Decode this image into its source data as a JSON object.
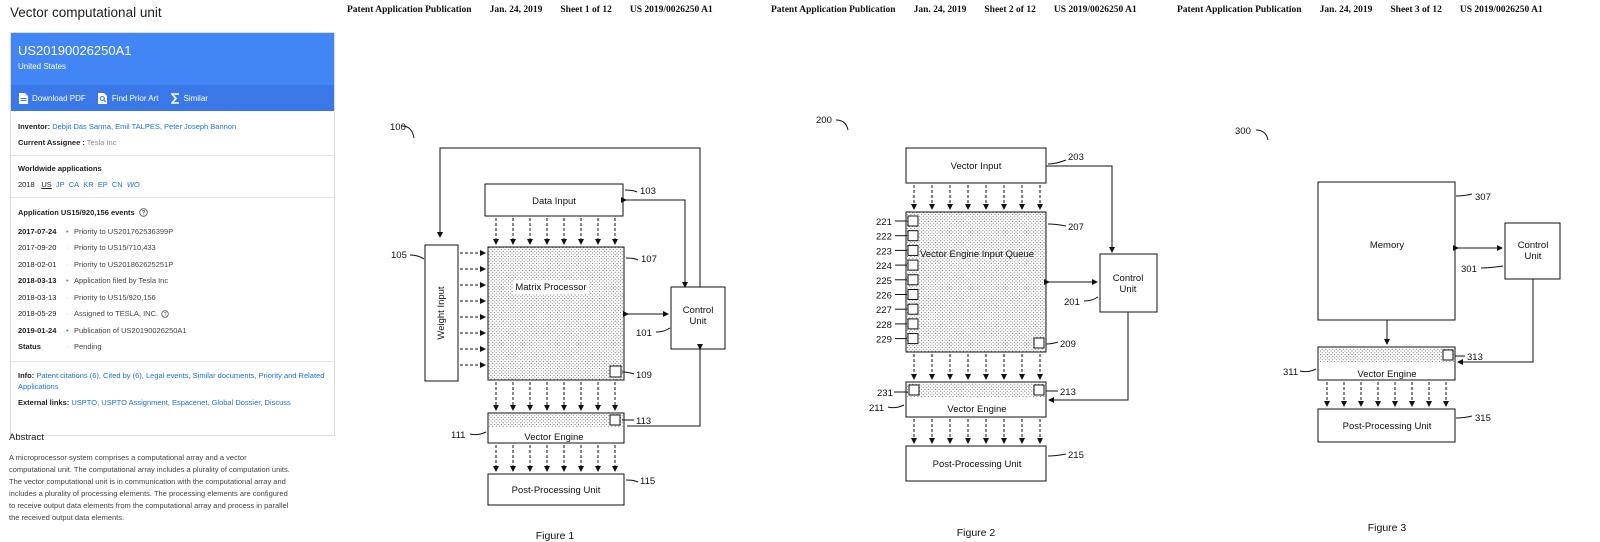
{
  "title": "Vector computational unit",
  "patent": {
    "number": "US20190026250A1",
    "country": "United States"
  },
  "actions": [
    {
      "label": "Download PDF",
      "icon": "pdf-icon"
    },
    {
      "label": "Find Prior Art",
      "icon": "magnify-doc-icon"
    },
    {
      "label": "Similar",
      "icon": "sigma-icon"
    }
  ],
  "inventor_label": "Inventor:",
  "inventors": "Debjit Das Sarma, Emil TALPES, Peter Joseph Bannon",
  "assignee_label": "Current Assignee :",
  "assignee": "Tesla Inc",
  "worldwide": {
    "title": "Worldwide applications",
    "year": "2018",
    "sep": "·",
    "countries": [
      "US",
      "JP",
      "CA",
      "KR",
      "EP",
      "CN",
      "WO"
    ]
  },
  "events_title": "Application US15/920,156 events",
  "events": [
    {
      "date": "2017-07-24",
      "desc": "Priority to US201762536399P"
    },
    {
      "date": "2017-09-20",
      "desc": "Priority to US15/710,433"
    },
    {
      "date": "2018-02-01",
      "desc": "Priority to US201862625251P"
    },
    {
      "date": "2018-03-13",
      "desc": "Application filed by Tesla Inc"
    },
    {
      "date": "2018-03-13",
      "desc": "Priority to US15/920,156"
    },
    {
      "date": "2018-05-29",
      "desc": "Assigned to TESLA, INC."
    },
    {
      "date": "2019-01-24",
      "desc": "Publication of US20190026250A1"
    }
  ],
  "status": {
    "label": "Status",
    "value": "Pending"
  },
  "info_label": "Info:",
  "info_links": "Patent citations (6), Cited by (6), Legal events, Similar documents, Priority and Related Applications",
  "external_label": "External links:",
  "external_links": "USPTO, USPTO Assignment, Espacenet, Global Dossier, Discuss",
  "abstract_title": "Abstract",
  "abstract": "A microprocessor system comprises a computational array and a vector computational unit. The computational array includes a plurality of computation units. The vector computational unit is in communication with the computational array and includes a plurality of processing elements. The processing elements are configured to receive output data elements from the computational array and process in parallel the received output data elements.",
  "sheets": [
    {
      "pub": "Patent Application Publication",
      "date": "Jan. 24, 2019",
      "sheet": "Sheet 1 of 12",
      "num": "US 2019/0026250 A1"
    },
    {
      "pub": "Patent Application Publication",
      "date": "Jan. 24, 2019",
      "sheet": "Sheet 2 of 12",
      "num": "US 2019/0026250 A1"
    },
    {
      "pub": "Patent Application Publication",
      "date": "Jan. 24, 2019",
      "sheet": "Sheet 3 of 12",
      "num": "US 2019/0026250 A1"
    }
  ],
  "fig1": {
    "ref": "100",
    "data_input": "Data Input",
    "data_input_ref": "103",
    "weight_input": "Weight Input",
    "weight_ref": "105",
    "matrix": "Matrix Processor",
    "matrix_ref": "107",
    "cell_ref": "109",
    "control": [
      "Control",
      "Unit"
    ],
    "control_ref": "101",
    "vector": "Vector Engine",
    "vector_ref": "111",
    "vector_cell_ref": "113",
    "post": "Post-Processing Unit",
    "post_ref": "115",
    "caption": "Figure 1"
  },
  "fig2": {
    "ref": "200",
    "vector_input": "Vector Input",
    "vector_input_ref": "203",
    "queue": "Vector Engine Input Queue",
    "queue_ref": "207",
    "lane_refs": [
      "221",
      "222",
      "223",
      "224",
      "225",
      "226",
      "227",
      "228",
      "229"
    ],
    "lane_cell_ref": "209",
    "control": [
      "Control",
      "Unit"
    ],
    "control_ref": "201",
    "vector": "Vector Engine",
    "vector_ref": "211",
    "vector_left_ref": "231",
    "vector_right_ref": "213",
    "post": "Post-Processing Unit",
    "post_ref": "215",
    "caption": "Figure 2"
  },
  "fig3": {
    "ref": "300",
    "memory": "Memory",
    "memory_ref": "307",
    "control": [
      "Control",
      "Unit"
    ],
    "control_ref": "301",
    "vector": "Vector Engine",
    "vector_ref": "311",
    "vector_cell_ref": "313",
    "post": "Post-Processing Unit",
    "post_ref": "315",
    "caption": "Figure 3"
  }
}
